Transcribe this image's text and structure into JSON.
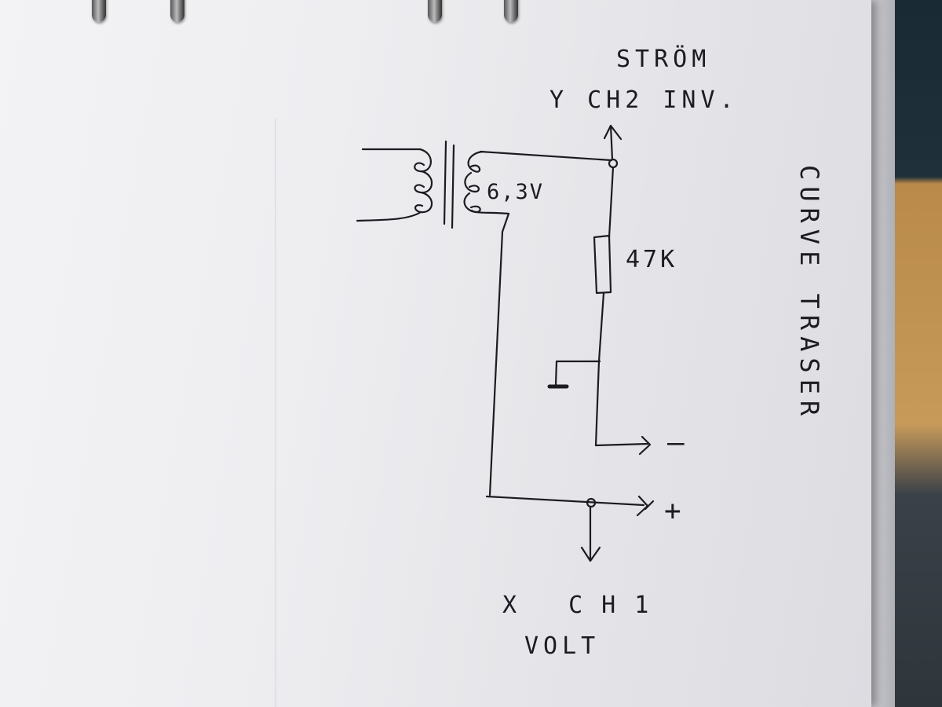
{
  "labels": {
    "strom": "STRÖM",
    "y_channel": "Y CH2 INV.",
    "transformer_voltage": "6,3V",
    "resistor": "47K",
    "title_vertical": "CURVE TRASER",
    "minus_terminal": "–",
    "plus_terminal": "+",
    "x_channel": "X CH1",
    "volt": "VOLT"
  },
  "colors": {
    "ink": "#1b1b22",
    "paper": "#eeeef1"
  }
}
